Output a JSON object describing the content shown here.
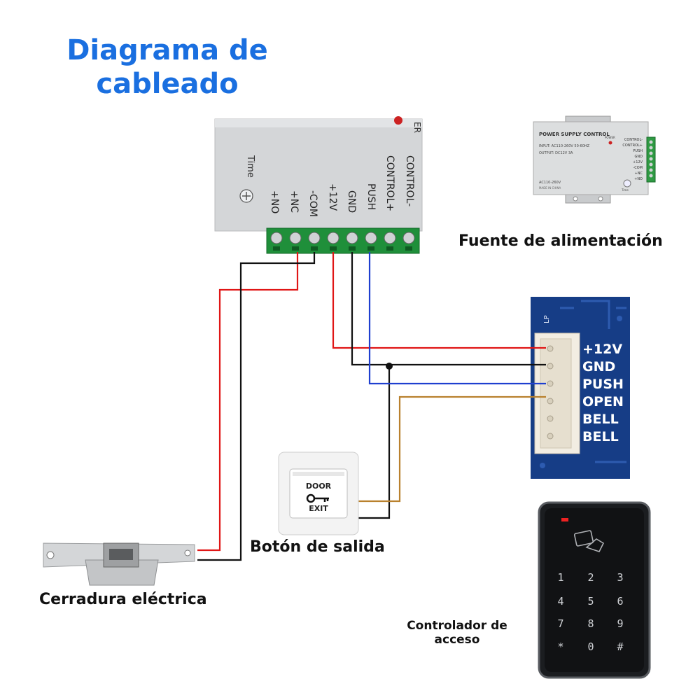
{
  "title": {
    "line1": "Diagrama de",
    "line2": "cableado"
  },
  "psu": {
    "time_label": "Time",
    "terminals": [
      "+NO",
      "+NC",
      "-COM",
      "+12V",
      "GND",
      "PUSH",
      "CONTROL+",
      "CONTROL-"
    ],
    "led_label": "ER"
  },
  "psu_photo": {
    "heading": "POWER SUPPLY CONTROL",
    "input_line": "INPUT: AC110-260V 50-60HZ",
    "output_line": "OUTPUT: DC12V 3A",
    "power_label": "POWER",
    "terminals": [
      "CONTROL-",
      "CONTROL+",
      "PUSH",
      "GND",
      "+12V",
      "-COM",
      "+NC",
      "+NO"
    ],
    "footer_left": "AC110-260V",
    "made_in": "MADE IN CHINA",
    "time_label": "Time",
    "caption": "Fuente de alimentación"
  },
  "controller_board": {
    "pins": [
      "+12V",
      "GND",
      "PUSH",
      "OPEN",
      "BELL",
      "BELL"
    ],
    "marker": "LP"
  },
  "exit_button": {
    "line1": "DOOR",
    "line2": "EXIT",
    "caption": "Botón de salida"
  },
  "lock": {
    "caption": "Cerradura eléctrica"
  },
  "keypad": {
    "keys": [
      "1",
      "2",
      "3",
      "4",
      "5",
      "6",
      "7",
      "8",
      "9",
      "*",
      "0",
      "#"
    ],
    "caption_line1": "Controlador de",
    "caption_line2": "acceso"
  },
  "colors": {
    "title": "#1a6fe0",
    "red_wire": "#e01616",
    "black_wire": "#111111",
    "blue_wire": "#1f3fd0",
    "brown_wire": "#b9812e",
    "board": "#163d86"
  }
}
